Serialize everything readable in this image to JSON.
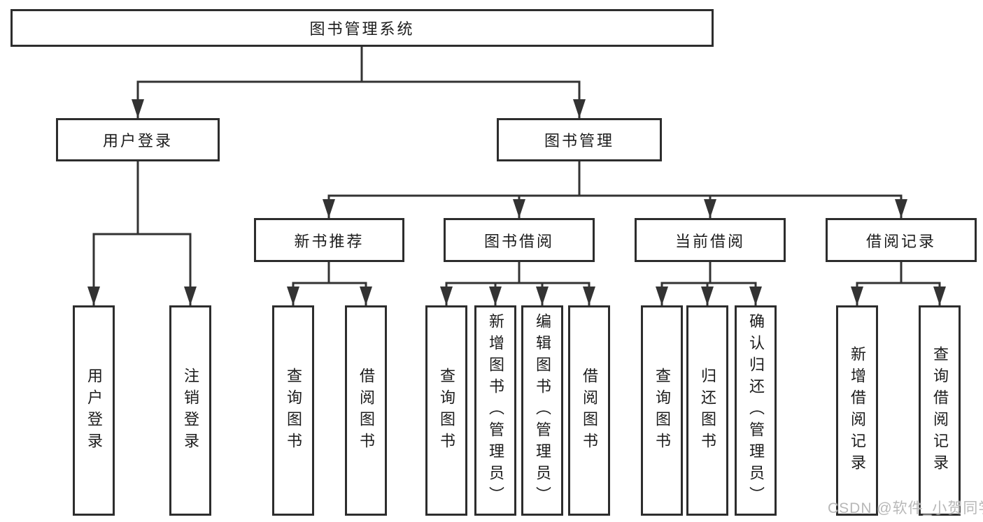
{
  "page": {
    "background_color": "#ffffff",
    "line_color": "#333333",
    "box_border_color": "#2d2d2d",
    "text_color": "#1c1c1c",
    "watermark_color": "#b8b8b8"
  },
  "watermark": {
    "text": "CSDN @软件_小贺同学"
  },
  "tree": {
    "root": {
      "label": "图书管理系统"
    },
    "level2": [
      {
        "id": "user-login",
        "label": "用户登录"
      },
      {
        "id": "book-management",
        "label": "图书管理"
      }
    ],
    "level3": [
      {
        "id": "new-book-recommend",
        "label": "新书推荐"
      },
      {
        "id": "book-borrow",
        "label": "图书借阅"
      },
      {
        "id": "current-borrow",
        "label": "当前借阅"
      },
      {
        "id": "borrow-records",
        "label": "借阅记录"
      }
    ],
    "leaves": {
      "user_login": [
        {
          "label": "用户登录"
        },
        {
          "label": "注销登录"
        }
      ],
      "new_book_recommend": [
        {
          "label": "查询图书"
        },
        {
          "label": "借阅图书"
        }
      ],
      "book_borrow": [
        {
          "label": "查询图书"
        },
        {
          "label": "新增图书（管理员）"
        },
        {
          "label": "编辑图书（管理员）"
        },
        {
          "label": "借阅图书"
        }
      ],
      "current_borrow": [
        {
          "label": "查询图书"
        },
        {
          "label": "归还图书"
        },
        {
          "label": "确认归还（管理员）"
        }
      ],
      "borrow_records": [
        {
          "label": "新增借阅记录"
        },
        {
          "label": "查询借阅记录"
        }
      ]
    }
  }
}
